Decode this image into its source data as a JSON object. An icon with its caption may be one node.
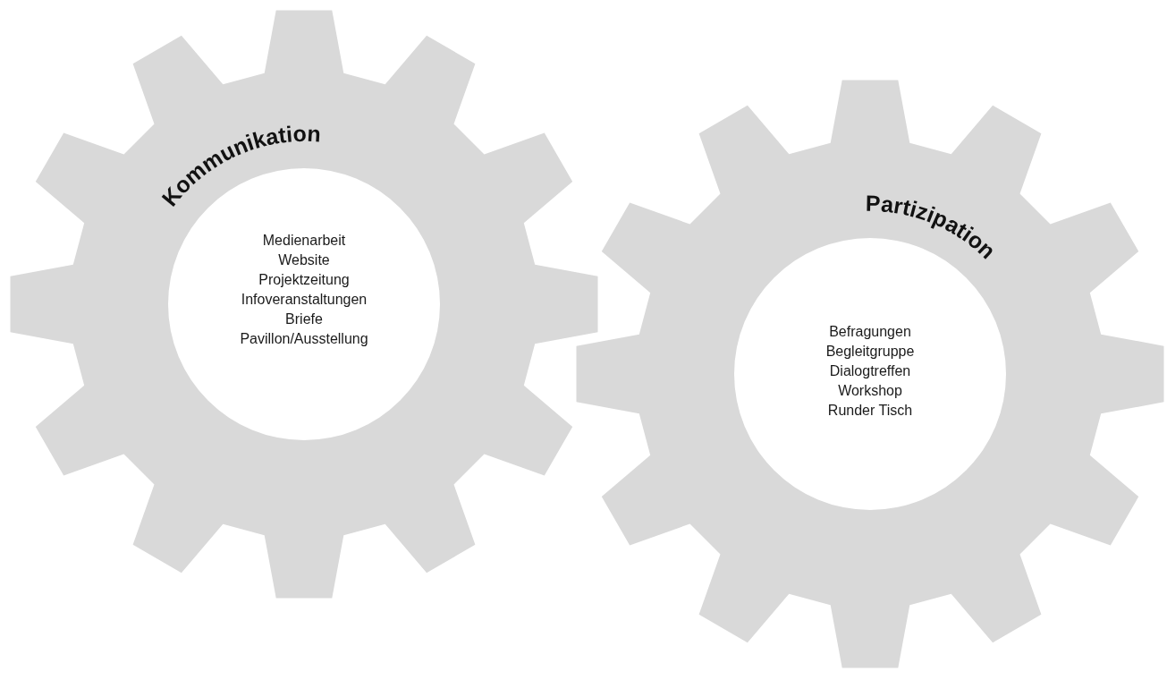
{
  "diagram": {
    "nodes": [
      {
        "text": [
          "Kommunikation",
          "Medienarbeit",
          "Website",
          "Projektzeitung",
          "Infoveranstaltungen",
          "Briefe",
          "Pavillon/Ausstellung"
        ]
      },
      {
        "text": [
          "Partizipation",
          "Befragungen",
          "Begleitgruppe",
          "Dialogtreffen",
          "Workshop",
          "Runder Tisch"
        ]
      }
    ]
  }
}
